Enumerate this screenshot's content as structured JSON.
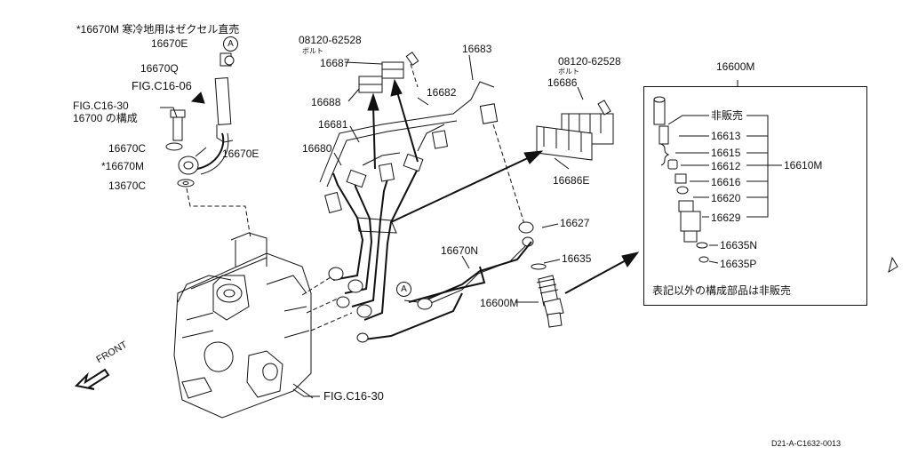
{
  "labels": {
    "note_cold": "*16670M 寒冷地用はゼクセル直売",
    "p16670E_top": "16670E",
    "p16670Q": "16670Q",
    "fig_c16_06": "FIG.C16-06",
    "fig_c16_30_ref": "FIG.C16-30",
    "note_16700": "16700 の構成",
    "p16670C": "16670C",
    "p16670M_star": "*16670M",
    "p13670C": "13670C",
    "p16670E_side": "16670E",
    "bolt1_code": "08120-62528",
    "bolt1_kana": "ボルト",
    "p16687": "16687",
    "p16688": "16688",
    "p16681": "16681",
    "p16680": "16680",
    "p16682": "16682",
    "p16683": "16683",
    "bolt2_code": "08120-62528",
    "bolt2_kana": "ボルト",
    "p16686": "16686",
    "p16686E": "16686E",
    "p16627": "16627",
    "p16670N": "16670N",
    "p16635": "16635",
    "p16600M_nozzle": "16600M",
    "fig_c16_30_pump": "FIG.C16-30",
    "front": "FRONT",
    "diagram_code": "D21-A-C1632-0013",
    "circle_a_top": "A",
    "circle_a_mid": "A"
  },
  "detail": {
    "title": "16600M",
    "not_sold": "非販売",
    "items": [
      "16613",
      "16615",
      "16612",
      "16616",
      "16620",
      "16629"
    ],
    "group": "16610M",
    "item_16635N": "16635N",
    "item_16635P": "16635P",
    "footnote": "表記以外の構成部品は非販売"
  }
}
